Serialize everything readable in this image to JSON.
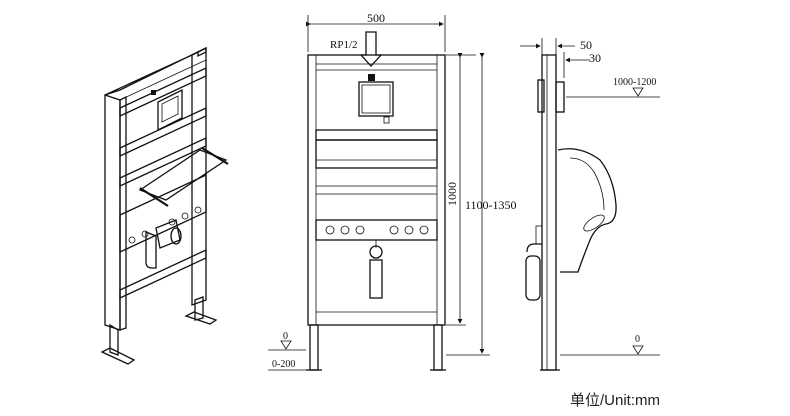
{
  "dims": {
    "width": "500",
    "inlet": "RP1/2",
    "frame_height": "1000",
    "install_height": "1100-1350",
    "depth_outer": "50",
    "depth_inner": "30",
    "sensor_height": "1000-1200",
    "floor_zero_left": "0",
    "floor_range": "0-200",
    "floor_zero_right": "0"
  },
  "unit_label": "单位/Unit:mm"
}
